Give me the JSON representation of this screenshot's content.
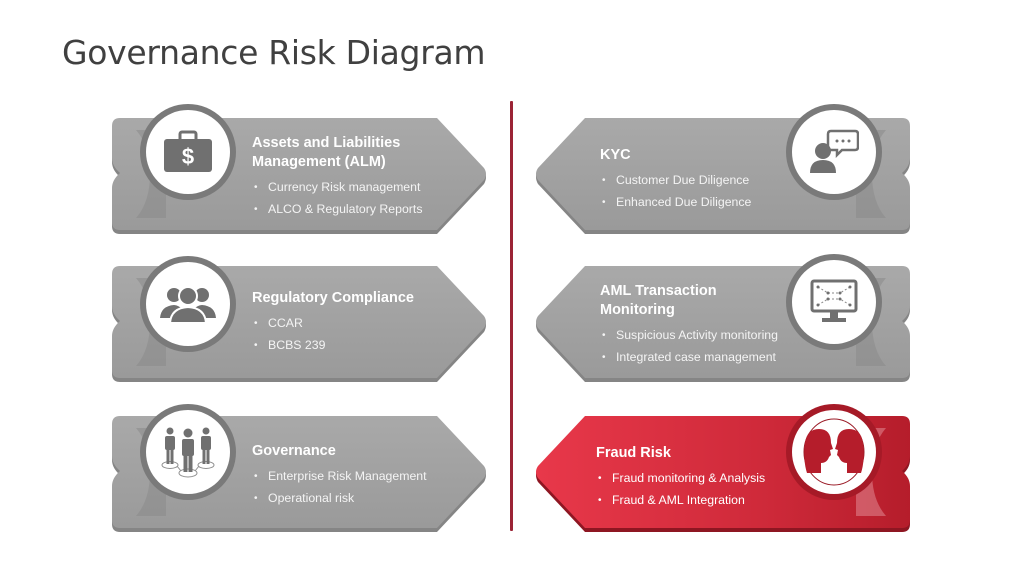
{
  "title": "Governance Risk Diagram",
  "colors": {
    "card_gray": "#a0a0a0",
    "card_gray_edge": "#858585",
    "ring_gray": "#7a7a7a",
    "icon_gray": "#707070",
    "accent_red": "#c8212f",
    "divider": "#9b2335"
  },
  "left": [
    {
      "heading": "Assets and Liabilities Management (ALM)",
      "icon": "briefcase-dollar-icon",
      "bullets": [
        "Currency Risk management",
        "ALCO & Regulatory Reports"
      ]
    },
    {
      "heading": "Regulatory Compliance",
      "icon": "group-users-icon",
      "bullets": [
        "CCAR",
        "BCBS 239"
      ]
    },
    {
      "heading": "Governance",
      "icon": "connected-people-icon",
      "bullets": [
        "Enterprise Risk Management",
        "Operational risk"
      ]
    }
  ],
  "right": [
    {
      "heading": "KYC",
      "icon": "user-chat-icon",
      "bullets": [
        "Customer Due Diligence",
        "Enhanced Due Diligence"
      ]
    },
    {
      "heading": "AML Transaction Monitoring",
      "icon": "monitor-network-icon",
      "bullets": [
        "Suspicious Activity monitoring",
        "Integrated case management"
      ]
    },
    {
      "heading": "Fraud Risk",
      "icon": "face-to-face-icon",
      "bullets": [
        "Fraud monitoring & Analysis",
        "Fraud & AML Integration"
      ],
      "highlighted": true
    }
  ]
}
